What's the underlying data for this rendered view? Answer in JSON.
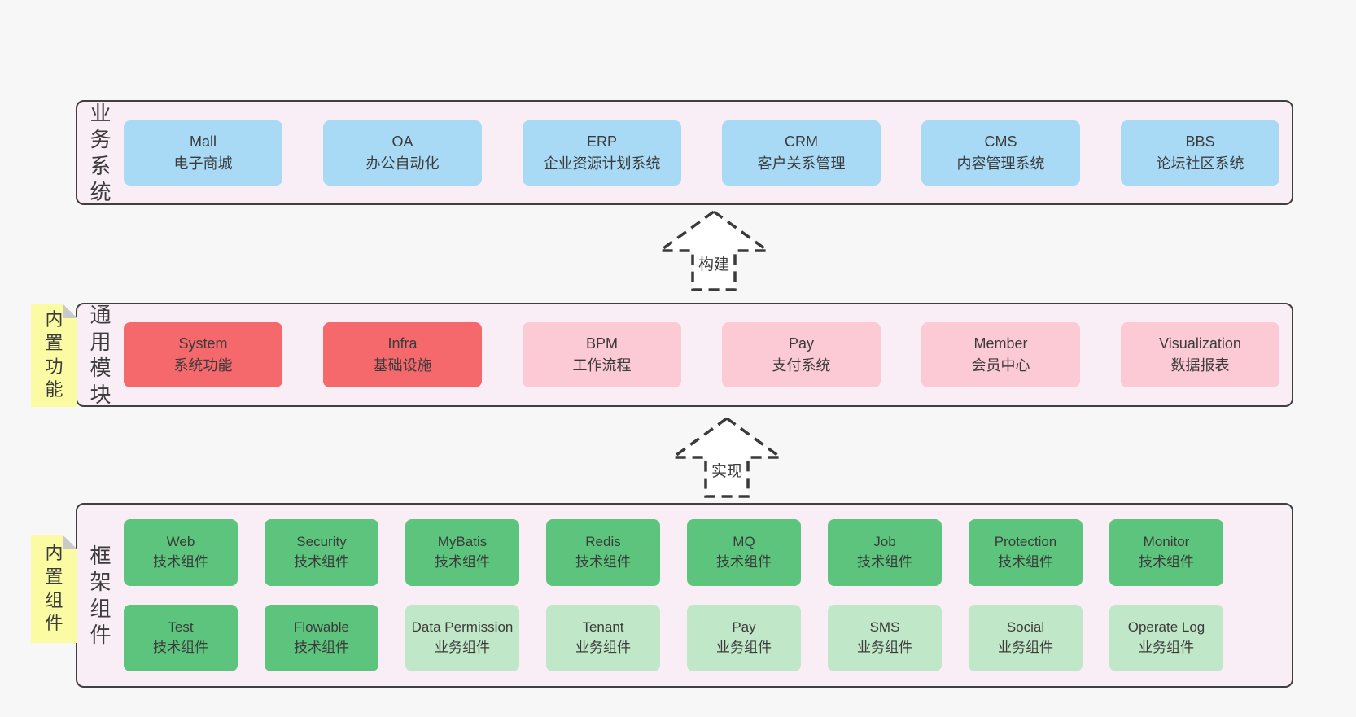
{
  "colors": {
    "page_bg": "#f7f7f7",
    "band_bg": "#f9edf6",
    "band_border": "#404040",
    "blue": "#a9daf5",
    "red": "#f5696d",
    "pink": "#fccad4",
    "green": "#5cc47c",
    "light_green": "#c0e7c8",
    "sticky": "#fbfba3",
    "fold": "#c9c9c9",
    "text": "#3b3b3b",
    "arrow_stroke": "#3a3a3a",
    "arrow_fill": "#ffffff"
  },
  "bands": {
    "business": {
      "label": "业务系统",
      "boxes": [
        {
          "title": "Mall",
          "subtitle": "电子商城"
        },
        {
          "title": "OA",
          "subtitle": "办公自动化"
        },
        {
          "title": "ERP",
          "subtitle": "企业资源计划系统"
        },
        {
          "title": "CRM",
          "subtitle": "客户关系管理"
        },
        {
          "title": "CMS",
          "subtitle": "内容管理系统"
        },
        {
          "title": "BBS",
          "subtitle": "论坛社区系统"
        }
      ]
    },
    "modules": {
      "label": "通用模块",
      "sticky": "内置功能",
      "boxes": [
        {
          "title": "System",
          "subtitle": "系统功能"
        },
        {
          "title": "Infra",
          "subtitle": "基础设施"
        },
        {
          "title": "BPM",
          "subtitle": "工作流程"
        },
        {
          "title": "Pay",
          "subtitle": "支付系统"
        },
        {
          "title": "Member",
          "subtitle": "会员中心"
        },
        {
          "title": "Visualization",
          "subtitle": "数据报表"
        }
      ]
    },
    "framework": {
      "label": "框架组件",
      "sticky": "内置组件",
      "rows": [
        [
          {
            "title": "Web",
            "subtitle": "技术组件"
          },
          {
            "title": "Security",
            "subtitle": "技术组件"
          },
          {
            "title": "MyBatis",
            "subtitle": "技术组件"
          },
          {
            "title": "Redis",
            "subtitle": "技术组件"
          },
          {
            "title": "MQ",
            "subtitle": "技术组件"
          },
          {
            "title": "Job",
            "subtitle": "技术组件"
          },
          {
            "title": "Protection",
            "subtitle": "技术组件"
          },
          {
            "title": "Monitor",
            "subtitle": "技术组件"
          }
        ],
        [
          {
            "title": "Test",
            "subtitle": "技术组件"
          },
          {
            "title": "Flowable",
            "subtitle": "技术组件"
          },
          {
            "title": "Data Permission",
            "subtitle": "业务组件"
          },
          {
            "title": "Tenant",
            "subtitle": "业务组件"
          },
          {
            "title": "Pay",
            "subtitle": "业务组件"
          },
          {
            "title": "SMS",
            "subtitle": "业务组件"
          },
          {
            "title": "Social",
            "subtitle": "业务组件"
          },
          {
            "title": "Operate Log",
            "subtitle": "业务组件"
          }
        ]
      ]
    }
  },
  "arrows": {
    "build": "构建",
    "implement": "实现"
  }
}
